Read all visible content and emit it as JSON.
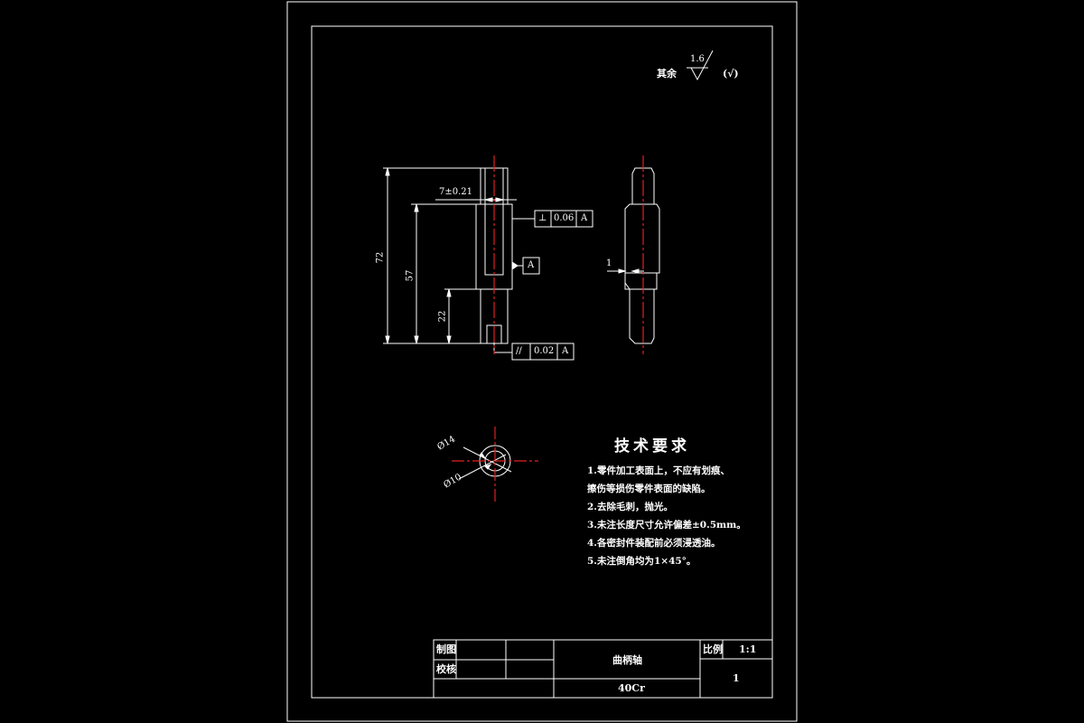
{
  "roughness": {
    "prefix": "其余",
    "value": "1.6",
    "suffix": "(√)"
  },
  "front_view": {
    "dim_width": "7±0.21",
    "dim_total": "72",
    "dim_slot": "57",
    "dim_lower": "22",
    "perpendicularity": {
      "symbol": "⊥",
      "tolerance": "0.06",
      "datum": "A"
    },
    "datum_label": "A",
    "parallelism": {
      "symbol": "//",
      "tolerance": "0.02",
      "datum": "A"
    }
  },
  "side_view": {
    "dim_chamfer": "1"
  },
  "section_view": {
    "dia_outer": "Ø14",
    "dia_inner": "Ø10"
  },
  "tech_requirements": {
    "title": "技术要求",
    "lines": [
      "1.零件加工表面上，不应有划痕、",
      "擦伤等损伤零件表面的缺陷。",
      "2.去除毛刺，抛光。",
      "3.未注长度尺寸允许偏差±0.5mm。",
      "4.各密封件装配前必须浸透油。",
      "5.未注倒角均为1×45°。"
    ]
  },
  "title_block": {
    "drawn_label": "制图",
    "checked_label": "校核",
    "part_name": "曲柄轴",
    "material": "40Cr",
    "scale_label": "比例",
    "scale_value": "1:1",
    "sheet": "1"
  }
}
